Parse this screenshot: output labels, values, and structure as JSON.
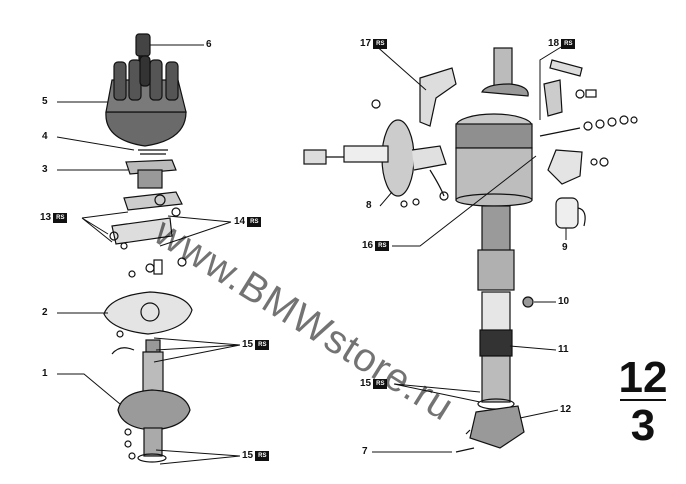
{
  "watermark": "www.BMWstore.ru",
  "group": {
    "numerator": "12",
    "denominator": "3"
  },
  "badge_text": "RS",
  "callouts": {
    "c1": "1",
    "c2": "2",
    "c3": "3",
    "c4": "4",
    "c5": "5",
    "c6": "6",
    "c7": "7",
    "c8": "8",
    "c9": "9",
    "c10": "10",
    "c11": "11",
    "c12": "12",
    "c13": "13",
    "c14": "14",
    "c15a": "15",
    "c15b": "15",
    "c15c": "15",
    "c16": "16",
    "c17": "17",
    "c18": "18"
  }
}
